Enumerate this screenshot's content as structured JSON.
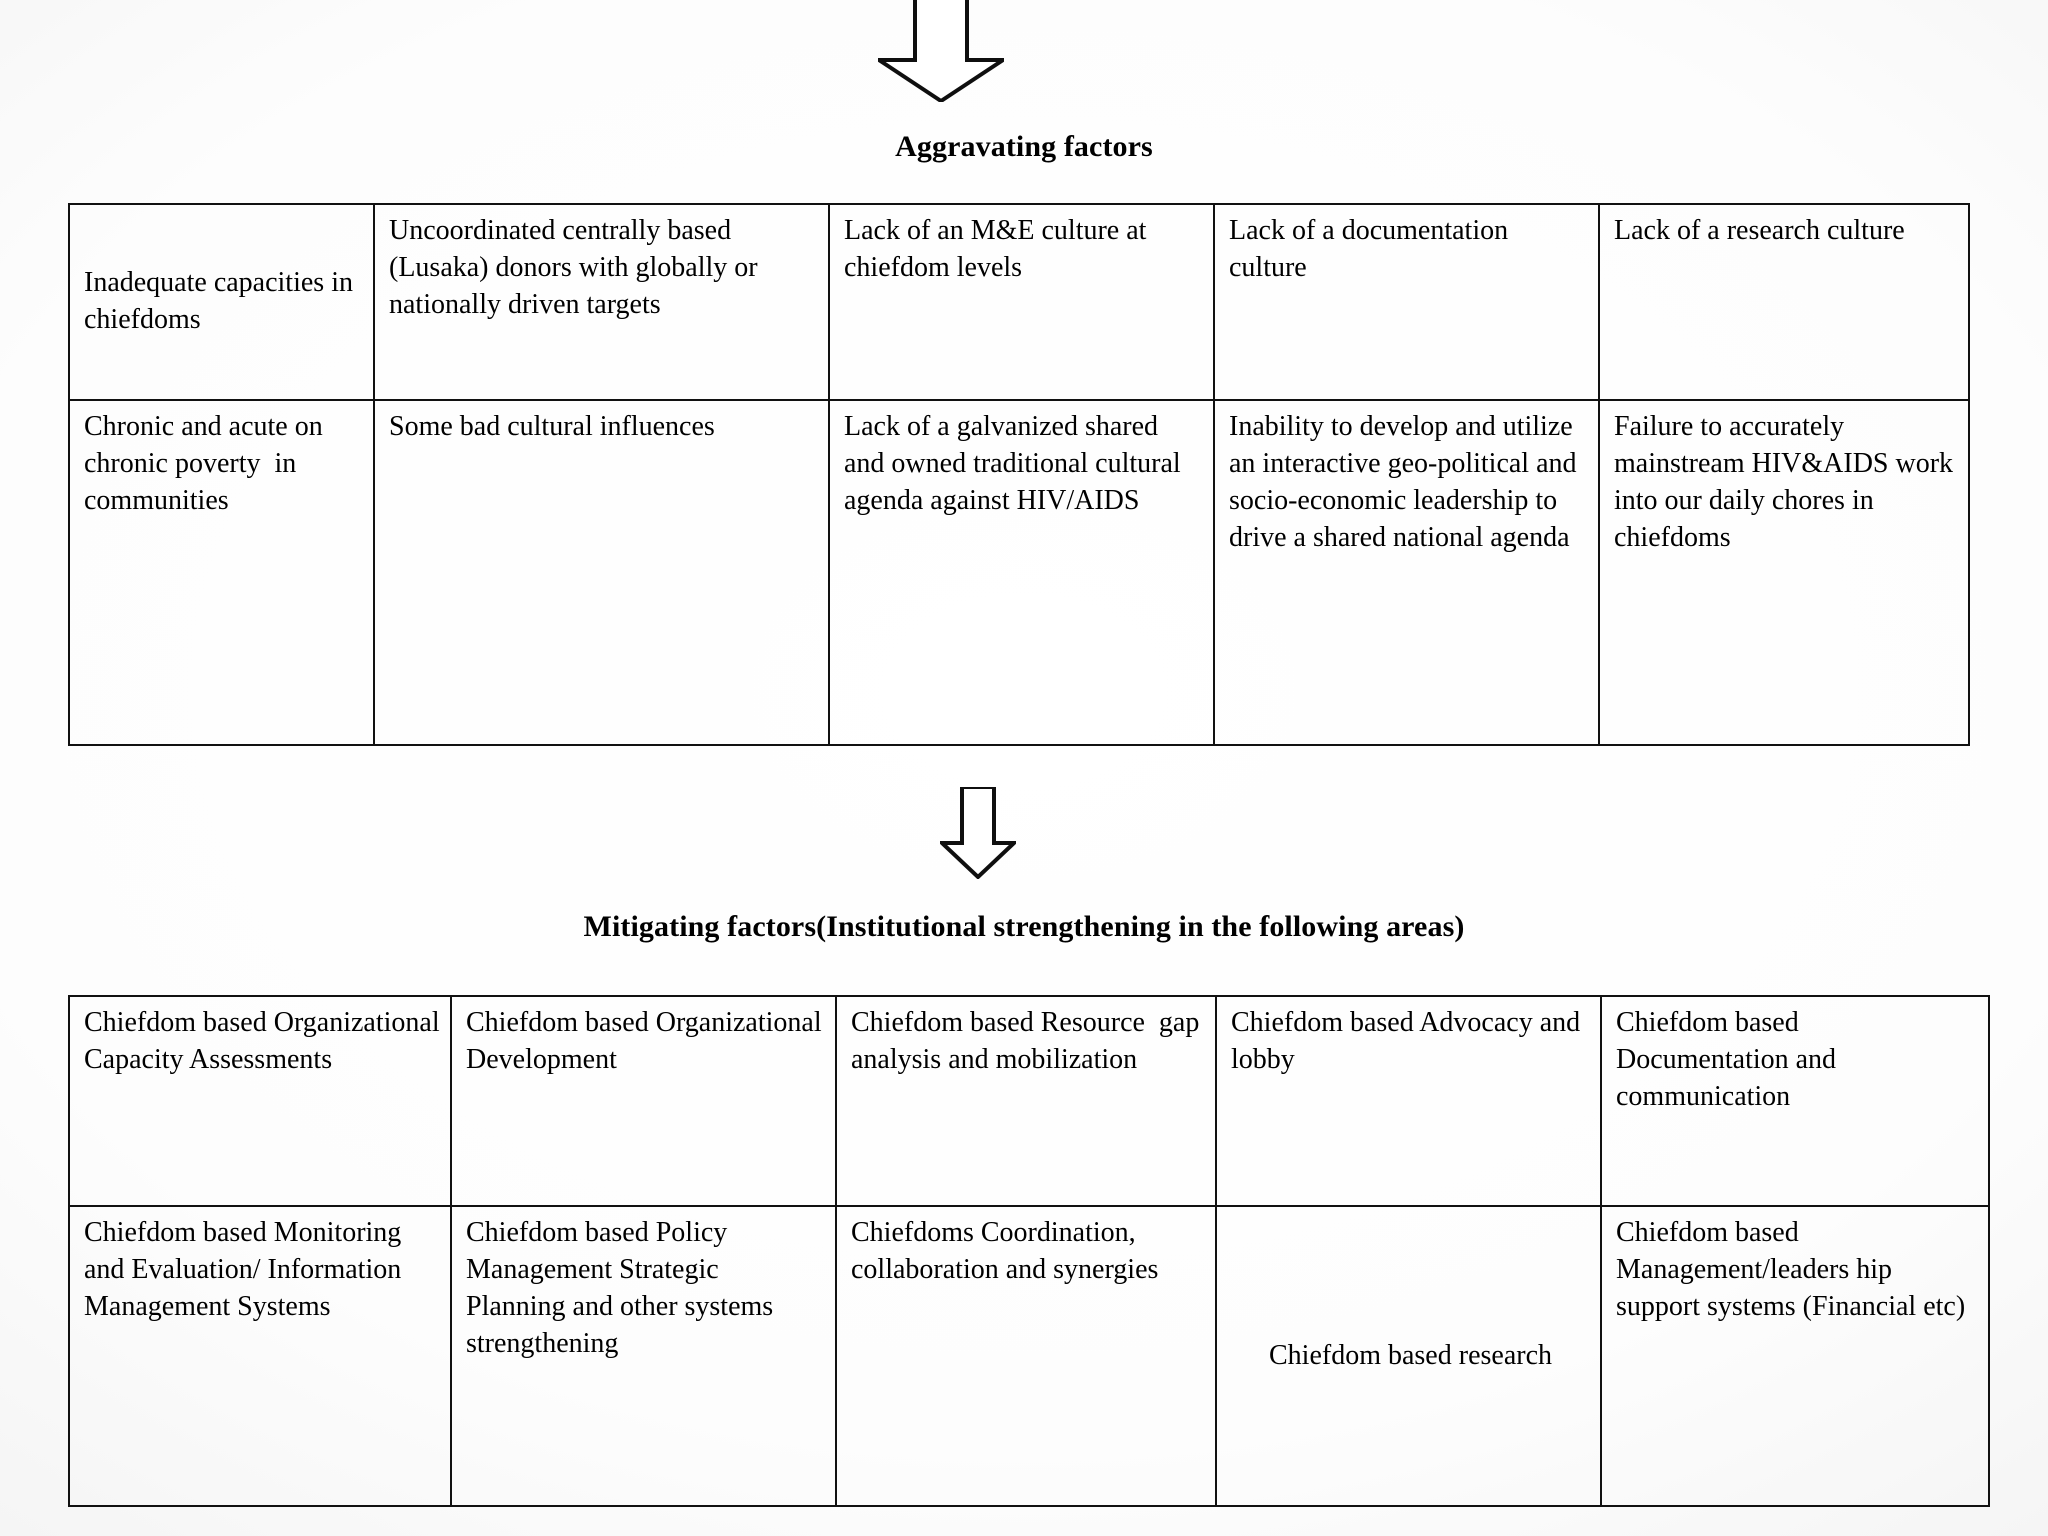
{
  "diagram": {
    "arrows": [
      {
        "name": "arrow-top",
        "direction": "down"
      },
      {
        "name": "arrow-middle",
        "direction": "down"
      }
    ],
    "sections": [
      {
        "heading": "Aggravating factors",
        "rows": [
          [
            "Inadequate capacities in chiefdoms",
            "Uncoordinated centrally based (Lusaka) donors with globally or nationally driven targets",
            "Lack of an M&E culture at chiefdom levels",
            "Lack of a documentation culture",
            "Lack of a research culture"
          ],
          [
            "Chronic and acute on chronic poverty  in communities",
            "Some bad cultural influences",
            "Lack of a galvanized shared and owned traditional cultural agenda against HIV/AIDS",
            "Inability to develop and utilize an interactive geo-political and socio-economic leadership to drive a shared national agenda",
            "Failure to accurately mainstream HIV&AIDS work into our daily chores in chiefdoms"
          ]
        ]
      },
      {
        "heading": "Mitigating factors(Institutional strengthening in the following areas)",
        "rows": [
          [
            "Chiefdom based Organizational Capacity Assessments",
            "Chiefdom based Organizational Development",
            "Chiefdom based Resource  gap analysis and mobilization",
            "Chiefdom based Advocacy and lobby",
            "Chiefdom based Documentation and communication"
          ],
          [
            "Chiefdom based Monitoring and Evaluation/ Information Management Systems",
            "Chiefdom based Policy Management Strategic Planning and other systems strengthening",
            "Chiefdoms Coordination, collaboration and synergies",
            "Chiefdom based research",
            "Chiefdom based Management/leaders hip support systems (Financial etc)"
          ]
        ]
      }
    ],
    "colors": {
      "text": "#000000",
      "border": "#111111",
      "background": "#ffffff"
    }
  }
}
